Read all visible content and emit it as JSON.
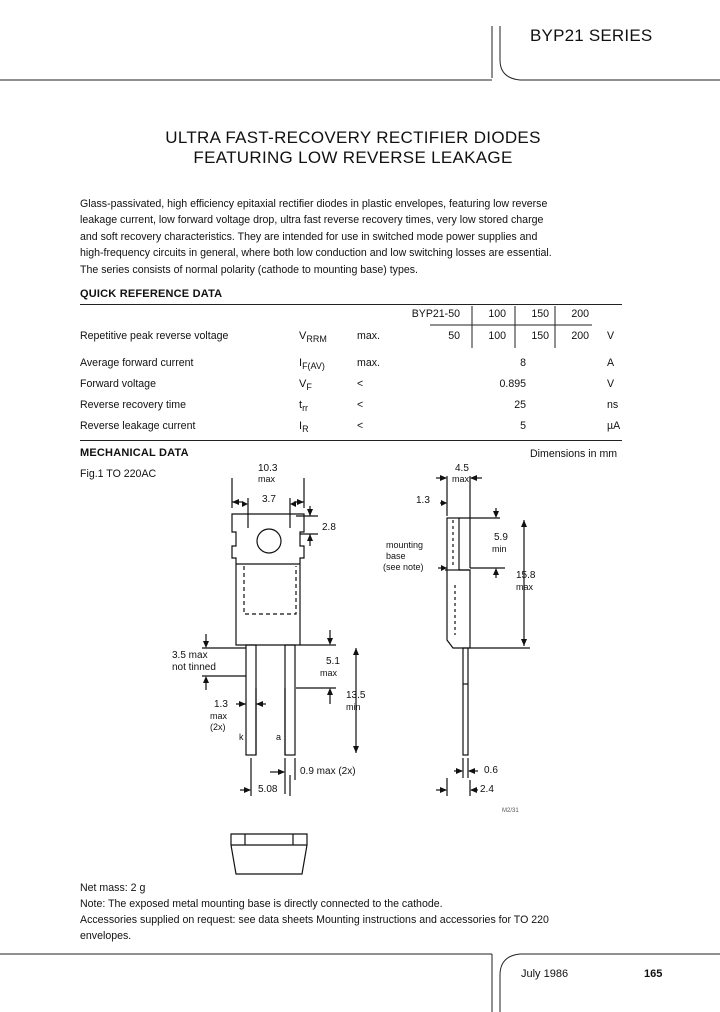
{
  "header": {
    "series": "BYP21 SERIES"
  },
  "title": {
    "line1": "ULTRA FAST-RECOVERY RECTIFIER DIODES",
    "line2": "FEATURING LOW REVERSE LEAKAGE"
  },
  "intro": [
    "Glass-passivated, high efficiency epitaxial rectifier diodes in plastic envelopes, featuring low reverse",
    "leakage current, low forward voltage drop, ultra fast reverse recovery times, very low stored charge",
    "and soft recovery characteristics.  They are intended for use in switched mode power supplies and",
    "high-frequency circuits in general, where both low conduction and low switching losses are essential.",
    "The series consists of normal polarity (cathode to mounting base) types."
  ],
  "quick_ref": {
    "heading": "QUICK REFERENCE DATA",
    "columns": [
      "BYP21-50",
      "100",
      "150",
      "200"
    ],
    "rows": [
      {
        "label": "Repetitive peak reverse voltage",
        "sym": "V",
        "sub": "RRM",
        "cond": "max.",
        "values": [
          "50",
          "100",
          "150",
          "200"
        ],
        "unit": "V"
      },
      {
        "label": "Average forward current",
        "sym": "I",
        "sub": "F(AV)",
        "cond": "max.",
        "value": "8",
        "unit": "A"
      },
      {
        "label": "Forward voltage",
        "sym": "V",
        "sub": "F",
        "cond": "<",
        "value": "0.895",
        "unit": "V"
      },
      {
        "label": "Reverse recovery time",
        "sym": "t",
        "sub": "rr",
        "cond": "<",
        "value": "25",
        "unit": "ns"
      },
      {
        "label": "Reverse leakage current",
        "sym": "I",
        "sub": "R",
        "cond": "<",
        "value": "5",
        "unit": "µA"
      }
    ]
  },
  "mechanical": {
    "heading": "MECHANICAL DATA",
    "dims_note": "Dimensions in mm",
    "fig_label": "Fig.1  TO 220AC",
    "dims": {
      "d103": "10.3",
      "d103max": "max",
      "d37": "3.7",
      "d28": "2.8",
      "d35": "3.5 max",
      "nottinned": "not tinned",
      "d51": "5.1",
      "d51max": "max",
      "d135": "13.5",
      "d135min": "min",
      "d13": "1.3",
      "d13max": "max",
      "d13x2": "(2x)",
      "k": "k",
      "a": "a",
      "d09": "0.9 max (2x)",
      "d508": "5.08",
      "d45": "4.5",
      "d45max": "max",
      "s13": "1.3",
      "mount1": "mounting",
      "mount2": "base",
      "mount3": "(see note)",
      "d59": "5.9",
      "d59min": "min",
      "d158": "15.8",
      "d158max": "max",
      "d06": "0.6",
      "d24": "2.4",
      "code": "M2/31"
    }
  },
  "footer": {
    "netmass": "Net mass: 2 g",
    "note": "Note: The exposed metal mounting base is directly connected to the cathode.",
    "acc1": "Accessories supplied on request: see data sheets Mounting instructions and accessories for TO 220",
    "acc2": "envelopes."
  },
  "page": {
    "date": "July 1986",
    "number": "165"
  }
}
